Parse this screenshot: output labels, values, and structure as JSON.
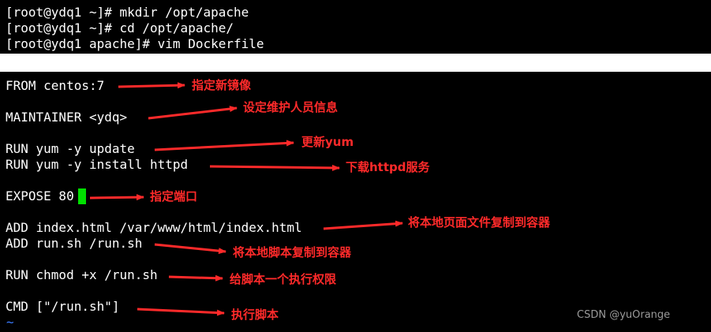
{
  "shell_commands": [
    "[root@ydq1 ~]# mkdir /opt/apache",
    "[root@ydq1 ~]# cd /opt/apache/",
    "[root@ydq1 apache]# vim Dockerfile"
  ],
  "dockerfile_lines": {
    "from": "FROM centos:7",
    "maintainer": "MAINTAINER <ydq>",
    "run_update": "RUN yum -y update",
    "run_install": "RUN yum -y install httpd",
    "expose": "EXPOSE 80",
    "add_index": "ADD index.html /var/www/html/index.html",
    "add_run": "ADD run.sh /run.sh",
    "run_chmod": "RUN chmod +x /run.sh",
    "cmd": "CMD [\"/run.sh\"]"
  },
  "vim_tilde": "~",
  "annotations": {
    "from": "指定新镜像",
    "maintainer": "设定维护人员信息",
    "run_update": "更新yum",
    "run_install": "下载httpd服务",
    "expose": "指定端口",
    "add_index": "将本地页面文件复制到容器",
    "add_run": "将本地脚本复制到容器",
    "run_chmod": "给脚本一个执行权限",
    "cmd": "执行脚本"
  },
  "watermark": "CSDN @yuOrange",
  "colors": {
    "terminal_bg": "#000000",
    "terminal_text": "#ffffff",
    "annotation_red": "#ff2a2a",
    "cursor_green": "#00e000",
    "tilde_blue": "#3a7bff"
  }
}
